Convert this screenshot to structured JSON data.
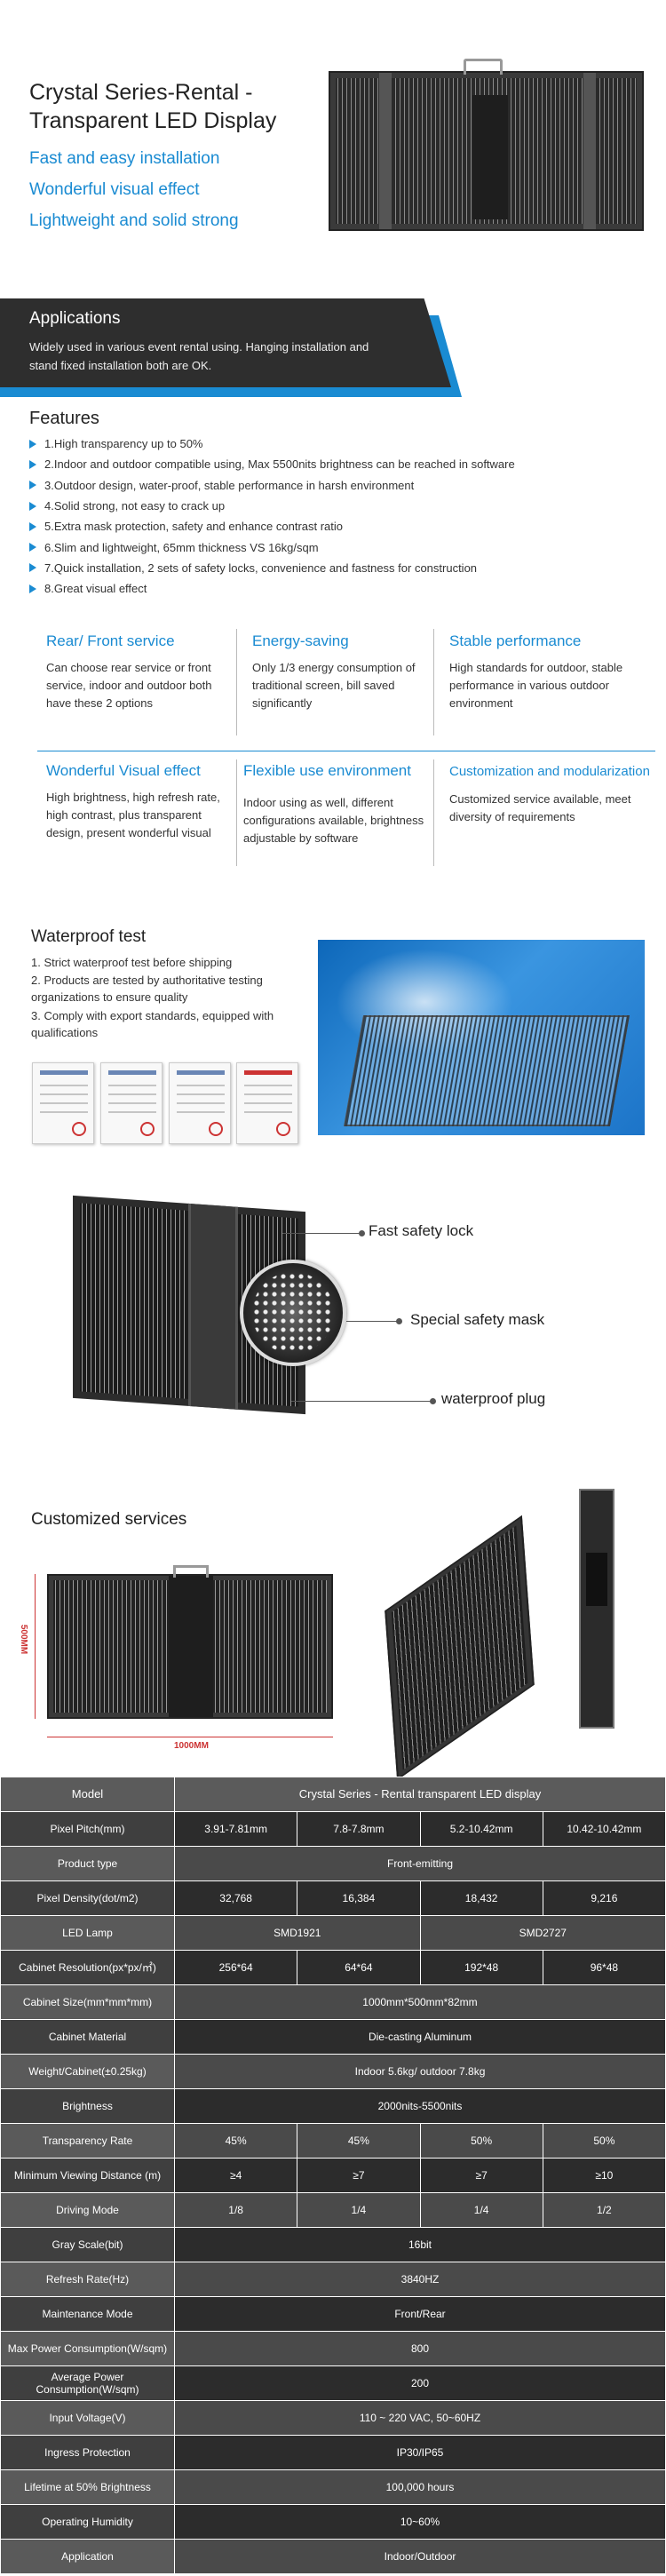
{
  "hero": {
    "title": "Crystal Series-Rental -Transparent LED Display",
    "features": [
      "Fast and easy installation",
      "Wonderful visual effect",
      "Lightweight and solid strong"
    ]
  },
  "applications": {
    "title": "Applications",
    "text": "Widely used in various event rental using. Hanging installation and stand fixed installation both are OK."
  },
  "features": {
    "title": "Features",
    "items": [
      "1.High transparency up to 50%",
      "2.Indoor and outdoor compatible using, Max 5500nits brightness can be reached in software",
      "3.Outdoor design, water-proof, stable performance in harsh environment",
      "4.Solid strong, not easy to crack up",
      "5.Extra mask protection, safety and enhance contrast ratio",
      "6.Slim and lightweight, 65mm thickness VS 16kg/sqm",
      "7.Quick installation, 2 sets of safety locks, convenience and fastness for construction",
      "8.Great visual effect"
    ]
  },
  "highlights": [
    {
      "title": "Rear/ Front service",
      "text": "Can choose rear service or front service, indoor and outdoor both have these 2 options"
    },
    {
      "title": "Energy-saving",
      "text": "Only 1/3 energy consumption of traditional screen, bill saved significantly"
    },
    {
      "title": "Stable performance",
      "text": "High standards for outdoor, stable performance in various outdoor environment"
    },
    {
      "title": "Wonderful Visual effect",
      "text": "High brightness, high refresh rate, high contrast, plus transparent design, present wonderful visual"
    },
    {
      "title": "Flexible use environment",
      "text": "Indoor using as well, different configurations available, brightness adjustable by software"
    },
    {
      "title": "Customization and modularization",
      "text": "Customized service available, meet diversity of requirements"
    }
  ],
  "waterproof": {
    "title": "Waterproof test",
    "items": [
      "1. Strict waterproof test before shipping",
      "2. Products are tested by authoritative testing organizations to ensure quality",
      "3. Comply with export standards, equipped with qualifications"
    ]
  },
  "safety": {
    "callouts": [
      "Fast safety lock",
      "Special safety mask",
      "waterproof plug"
    ]
  },
  "customized": {
    "title": "Customized services",
    "height_label": "500MM",
    "width_label": "1000MM"
  },
  "spec": {
    "rows": [
      {
        "label": "Model",
        "cells": [
          {
            "text": "Crystal Series - Rental transparent LED display",
            "span": 4
          }
        ]
      },
      {
        "label": "Pixel Pitch(mm)",
        "cells": [
          {
            "text": "3.91-7.81mm",
            "span": 1
          },
          {
            "text": "7.8-7.8mm",
            "span": 1
          },
          {
            "text": "5.2-10.42mm",
            "span": 1
          },
          {
            "text": "10.42-10.42mm",
            "span": 1
          }
        ]
      },
      {
        "label": "Product type",
        "cells": [
          {
            "text": "Front-emitting",
            "span": 4
          }
        ]
      },
      {
        "label": "Pixel Density(dot/m2)",
        "cells": [
          {
            "text": "32,768",
            "span": 1
          },
          {
            "text": "16,384",
            "span": 1
          },
          {
            "text": "18,432",
            "span": 1
          },
          {
            "text": "9,216",
            "span": 1
          }
        ]
      },
      {
        "label": "LED Lamp",
        "cells": [
          {
            "text": "SMD1921",
            "span": 2
          },
          {
            "text": "SMD2727",
            "span": 2
          }
        ]
      },
      {
        "label": "Cabinet Resolution(px*px/㎡)",
        "cells": [
          {
            "text": "256*64",
            "span": 1
          },
          {
            "text": "64*64",
            "span": 1
          },
          {
            "text": "192*48",
            "span": 1
          },
          {
            "text": "96*48",
            "span": 1
          }
        ]
      },
      {
        "label": "Cabinet Size(mm*mm*mm)",
        "cells": [
          {
            "text": "1000mm*500mm*82mm",
            "span": 4
          }
        ]
      },
      {
        "label": "Cabinet Material",
        "cells": [
          {
            "text": "Die-casting Aluminum",
            "span": 4
          }
        ]
      },
      {
        "label": "Weight/Cabinet(±0.25kg)",
        "cells": [
          {
            "text": "Indoor 5.6kg/ outdoor 7.8kg",
            "span": 4
          }
        ]
      },
      {
        "label": "Brightness",
        "cells": [
          {
            "text": "2000nits-5500nits",
            "span": 4
          }
        ]
      },
      {
        "label": "Transparency Rate",
        "cells": [
          {
            "text": "45%",
            "span": 1
          },
          {
            "text": "45%",
            "span": 1
          },
          {
            "text": "50%",
            "span": 1
          },
          {
            "text": "50%",
            "span": 1
          }
        ]
      },
      {
        "label": "Minimum Viewing Distance (m)",
        "cells": [
          {
            "text": "≥4",
            "span": 1
          },
          {
            "text": "≥7",
            "span": 1
          },
          {
            "text": "≥7",
            "span": 1
          },
          {
            "text": "≥10",
            "span": 1
          }
        ]
      },
      {
        "label": "Driving Mode",
        "cells": [
          {
            "text": "1/8",
            "span": 1
          },
          {
            "text": "1/4",
            "span": 1
          },
          {
            "text": "1/4",
            "span": 1
          },
          {
            "text": "1/2",
            "span": 1
          }
        ]
      },
      {
        "label": "Gray Scale(bit)",
        "cells": [
          {
            "text": "16bit",
            "span": 4
          }
        ]
      },
      {
        "label": "Refresh Rate(Hz)",
        "cells": [
          {
            "text": "3840HZ",
            "span": 4
          }
        ]
      },
      {
        "label": "Maintenance Mode",
        "cells": [
          {
            "text": "Front/Rear",
            "span": 4
          }
        ]
      },
      {
        "label": "Max Power Consumption(W/sqm)",
        "cells": [
          {
            "text": "800",
            "span": 4
          }
        ]
      },
      {
        "label": "Average Power Consumption(W/sqm)",
        "cells": [
          {
            "text": "200",
            "span": 4
          }
        ]
      },
      {
        "label": "Input Voltage(V)",
        "cells": [
          {
            "text": "110 ~ 220 VAC, 50~60HZ",
            "span": 4
          }
        ]
      },
      {
        "label": "Ingress Protection",
        "cells": [
          {
            "text": "IP30/IP65",
            "span": 4
          }
        ]
      },
      {
        "label": "Lifetime at 50% Brightness",
        "cells": [
          {
            "text": "100,000 hours",
            "span": 4
          }
        ]
      },
      {
        "label": "Operating Humidity",
        "cells": [
          {
            "text": "10~60%",
            "span": 4
          }
        ]
      },
      {
        "label": "Application",
        "cells": [
          {
            "text": "Indoor/Outdoor",
            "span": 4
          }
        ]
      }
    ]
  },
  "colors": {
    "accent": "#1a8bd2",
    "dark": "#2e2e2e",
    "table": "#4a4a4a"
  }
}
